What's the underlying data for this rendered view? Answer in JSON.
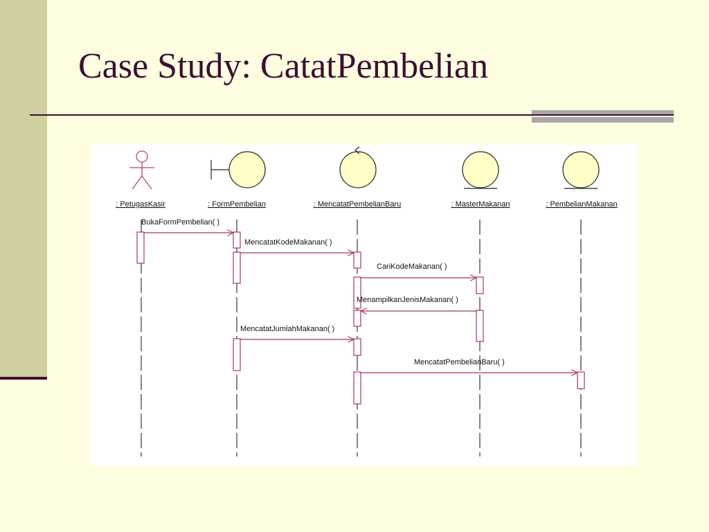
{
  "slide": {
    "title": "Case Study: CatatPembelian"
  },
  "diagram": {
    "type": "sequence",
    "lifelines": [
      {
        "label": ": PetugasKasir",
        "kind": "actor"
      },
      {
        "label": ": FormPembelian",
        "kind": "boundary"
      },
      {
        "label": ": MencatatPembelianBaru",
        "kind": "control"
      },
      {
        "label": ": MasterMakanan",
        "kind": "entity"
      },
      {
        "label": ": PembelianMakanan",
        "kind": "entity"
      }
    ],
    "messages": [
      {
        "label": "BukaFormPembelian( )",
        "from": 0,
        "to": 1
      },
      {
        "label": "MencatatKodeMakanan( )",
        "from": 1,
        "to": 2
      },
      {
        "label": "CariKodeMakanan( )",
        "from": 2,
        "to": 3
      },
      {
        "label": "MenampilkanJenisMakanan( )",
        "from": 3,
        "to": 2
      },
      {
        "label": "MencatatJumlahMakanan( )",
        "from": 1,
        "to": 2
      },
      {
        "label": "MencatatPembelianBaru( )",
        "from": 2,
        "to": 4
      }
    ],
    "colors": {
      "symbol_fill": "#ffffc8",
      "symbol_stroke": "#222222",
      "actor_stroke": "#b04a6a",
      "activation_stroke": "#a8326a",
      "message_stroke": "#a8326a"
    }
  }
}
